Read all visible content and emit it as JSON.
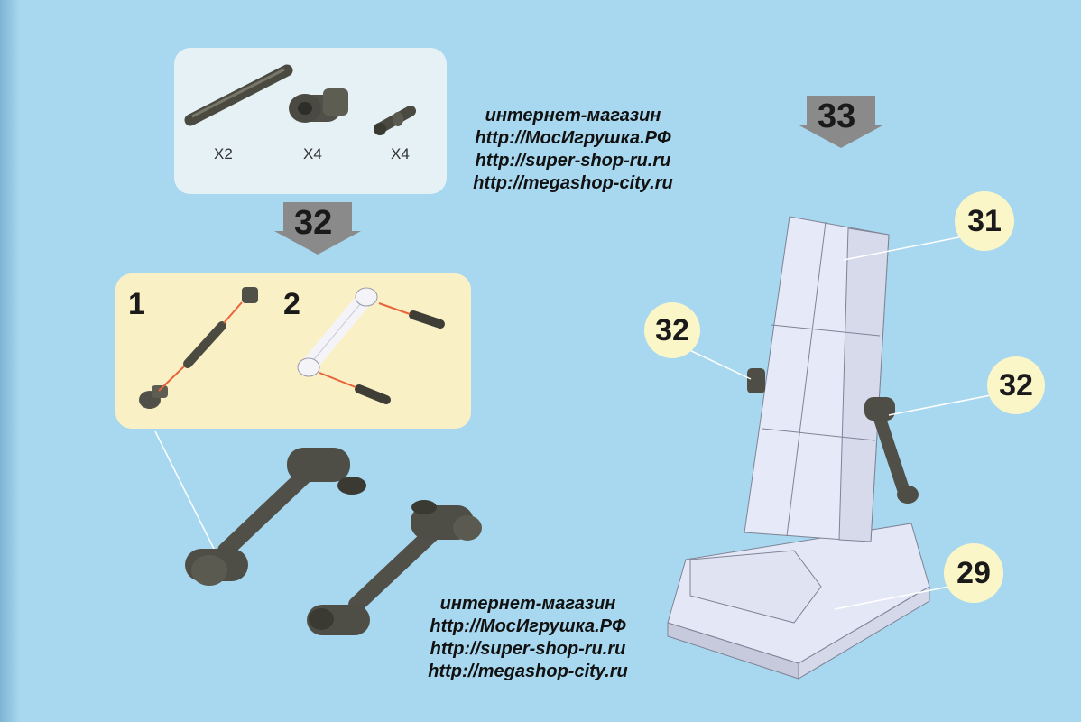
{
  "parts_list": {
    "items": [
      {
        "name": "axle",
        "qty": "X2"
      },
      {
        "name": "connector",
        "qty": "X4"
      },
      {
        "name": "pin",
        "qty": "X4"
      }
    ]
  },
  "steps": {
    "main": "33",
    "left": "32",
    "substeps": [
      "1",
      "2"
    ]
  },
  "callouts": [
    "31",
    "32",
    "32",
    "29"
  ],
  "watermark": {
    "line1": "интернет-магазин",
    "line2": "http://МосИгрушка.РФ",
    "line3": "http://super-shop-ru.ru",
    "line4": "http://megashop-city.ru"
  },
  "colors": {
    "background": "#a8d8ef",
    "panel_parts": "#e6f1f6",
    "panel_sub": "#faf0c6",
    "callout_fill": "#fbf6c8",
    "arrow_gray": "#8a8a8a",
    "part_dark": "#55554a",
    "brick_light": "#e4e8f6"
  }
}
